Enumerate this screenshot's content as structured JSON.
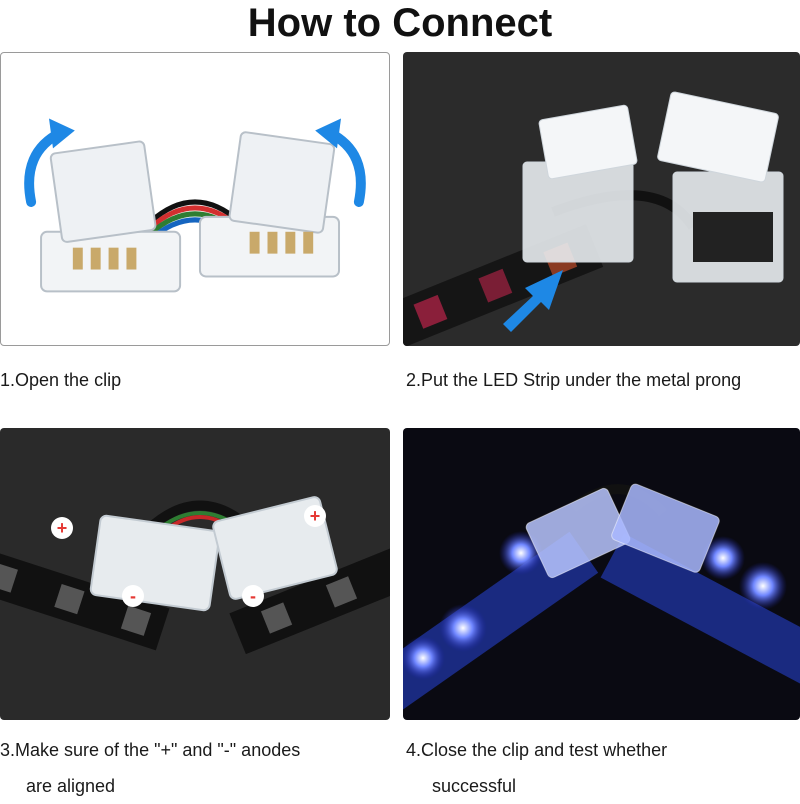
{
  "title": "How to Connect",
  "steps": [
    {
      "caption": "1.Open the clip"
    },
    {
      "caption": "2.Put the LED Strip under the metal prong"
    },
    {
      "caption_line1": "3.Make sure of the \"+\" and \"-\" anodes",
      "caption_line2": "are aligned",
      "plus": "+",
      "minus": "-"
    },
    {
      "caption_line1": "4.Close the clip and test whether",
      "caption_line2": "successful"
    }
  ],
  "colors": {
    "arrow": "#1e88e5",
    "glow": "#3b5bff",
    "marker": "#e53935"
  }
}
